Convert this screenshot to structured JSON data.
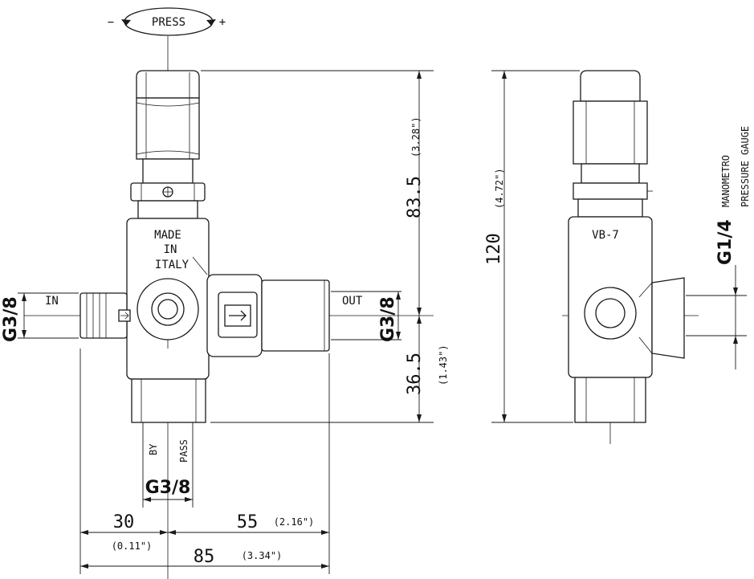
{
  "press": {
    "label": "PRESS",
    "minus": "−",
    "plus": "+"
  },
  "front": {
    "marking": [
      "MADE",
      "IN",
      "ITALY"
    ],
    "inlet_label": "IN",
    "outlet_label": "OUT",
    "bypass_label_1": "BY",
    "bypass_label_2": "PASS",
    "thread_in": "G3/8",
    "thread_out": "G3/8",
    "thread_bypass": "G3/8"
  },
  "dims": {
    "height_upper": "83.5",
    "height_upper_in": "(3.28\")",
    "height_lower": "36.5",
    "height_lower_in": "(1.43\")",
    "total_height": "120",
    "total_height_in": "(4.72\")",
    "left_width": "30",
    "left_width_in": "(0.11\")",
    "right_width": "55",
    "right_width_in": "(2.16\")",
    "total_width": "85",
    "total_width_in": "(3.34\")"
  },
  "side": {
    "model": "VB-7",
    "gauge_thread": "G1/4",
    "gauge_label_1": "MANOMETRO",
    "gauge_label_2": "PRESSURE GAUGE"
  }
}
